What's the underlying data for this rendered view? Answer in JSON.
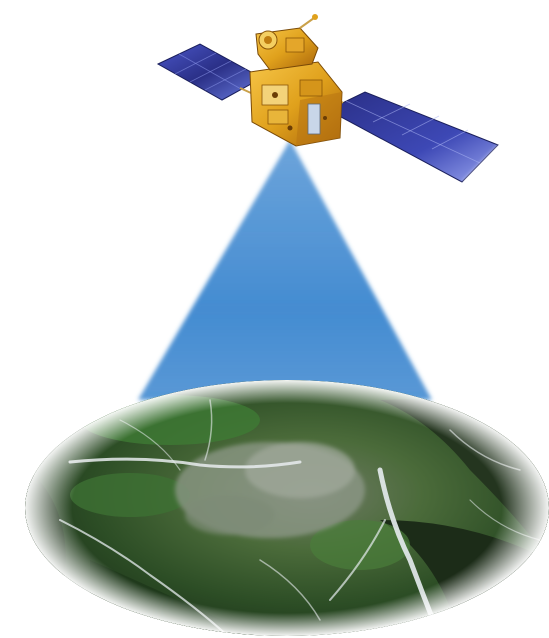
{
  "scene": {
    "subject": "satellite-earth-observation",
    "colors": {
      "background": "#ffffff",
      "beam": "#3b86cf",
      "panel": "#2a2f86",
      "panel_highlight": "#6a7de0",
      "body_gold": "#e0a11c",
      "body_dark": "#9b5a08",
      "terrain_dark": "#1f3e1f",
      "terrain_mid": "#335d2b",
      "urban": "#8f9a8a",
      "river": "#e7ecef"
    },
    "icons": [
      "satellite-icon",
      "solar-panel-icon",
      "sensor-beam",
      "terrain-footprint"
    ]
  }
}
